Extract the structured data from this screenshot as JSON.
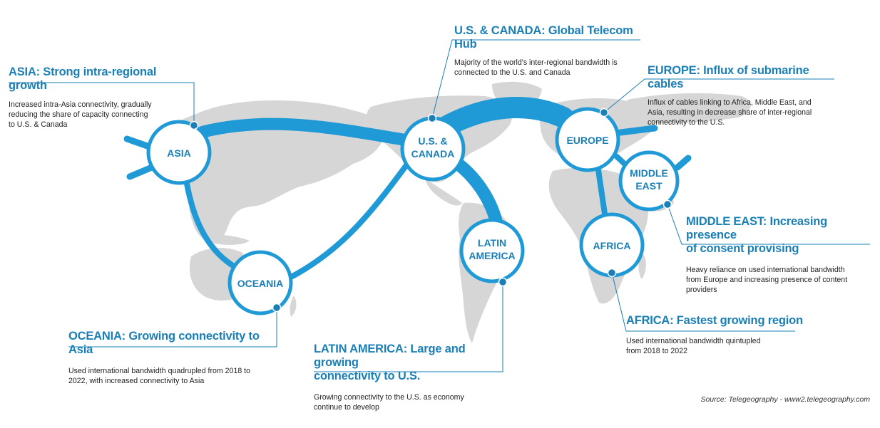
{
  "colors": {
    "accent": "#1a7fb6",
    "line": "#1f9ad6",
    "land": "#d6d6d6",
    "text": "#222222"
  },
  "regions": [
    {
      "id": "asia",
      "label_lines": [
        "ASIA"
      ]
    },
    {
      "id": "us_canada",
      "label_lines": [
        "U.S. &",
        "CANADA"
      ]
    },
    {
      "id": "europe",
      "label_lines": [
        "EUROPE"
      ]
    },
    {
      "id": "middle_east",
      "label_lines": [
        "MIDDLE",
        "EAST"
      ]
    },
    {
      "id": "africa",
      "label_lines": [
        "AFRICA"
      ]
    },
    {
      "id": "latin_america",
      "label_lines": [
        "LATIN",
        "AMERICA"
      ]
    },
    {
      "id": "oceania",
      "label_lines": [
        "OCEANIA"
      ]
    }
  ],
  "connections": [
    {
      "from": "asia",
      "to": "us_canada",
      "weight": "heavy"
    },
    {
      "from": "us_canada",
      "to": "europe",
      "weight": "heavy"
    },
    {
      "from": "us_canada",
      "to": "latin_america",
      "weight": "heavy"
    },
    {
      "from": "asia",
      "to": "oceania",
      "weight": "light"
    },
    {
      "from": "oceania",
      "to": "us_canada",
      "weight": "light"
    },
    {
      "from": "europe",
      "to": "africa",
      "weight": "light"
    },
    {
      "from": "europe",
      "to": "middle_east",
      "weight": "light"
    }
  ],
  "callouts": {
    "asia": {
      "title": "ASIA: Strong intra-regional growth",
      "desc": [
        "Increased intra-Asia connectivity, gradually",
        "reducing the share of capacity connecting",
        "to U.S. & Canada"
      ]
    },
    "us_canada": {
      "title": "U.S. & CANADA: Global Telecom Hub",
      "desc": [
        "Majority of the world's inter-regional bandwidth is",
        "connected to the U.S. and Canada"
      ]
    },
    "europe": {
      "title": "EUROPE: Influx of submarine cables",
      "desc": [
        "Influx of cables linking to Africa, Middle East, and",
        "Asia, resulting in decrease share of inter-regional",
        "connectivity to the U.S."
      ]
    },
    "middle_east": {
      "title": [
        "MIDDLE EAST: Increasing presence",
        "of consent provising"
      ],
      "desc": [
        "Heavy reliance on used international bandwidth",
        "from Europe and increasing presence of content",
        "providers"
      ]
    },
    "oceania": {
      "title": "OCEANIA: Growing connectivity to Asia",
      "desc": [
        "Used international bandwidth quadrupled from 2018 to",
        "2022, with increased connectivity to Asia"
      ]
    },
    "latin_america": {
      "title": [
        "LATIN AMERICA: Large and growing",
        "connectivity to U.S."
      ],
      "desc": [
        "Growing connectivity to the U.S. as economy",
        "continue to develop"
      ]
    },
    "africa": {
      "title": "AFRICA: Fastest growing region",
      "desc": [
        "Used international bandwidth quintupled",
        "from 2018 to 2022"
      ]
    }
  },
  "source": "Source: Telegeography - www2.telegeography.com"
}
